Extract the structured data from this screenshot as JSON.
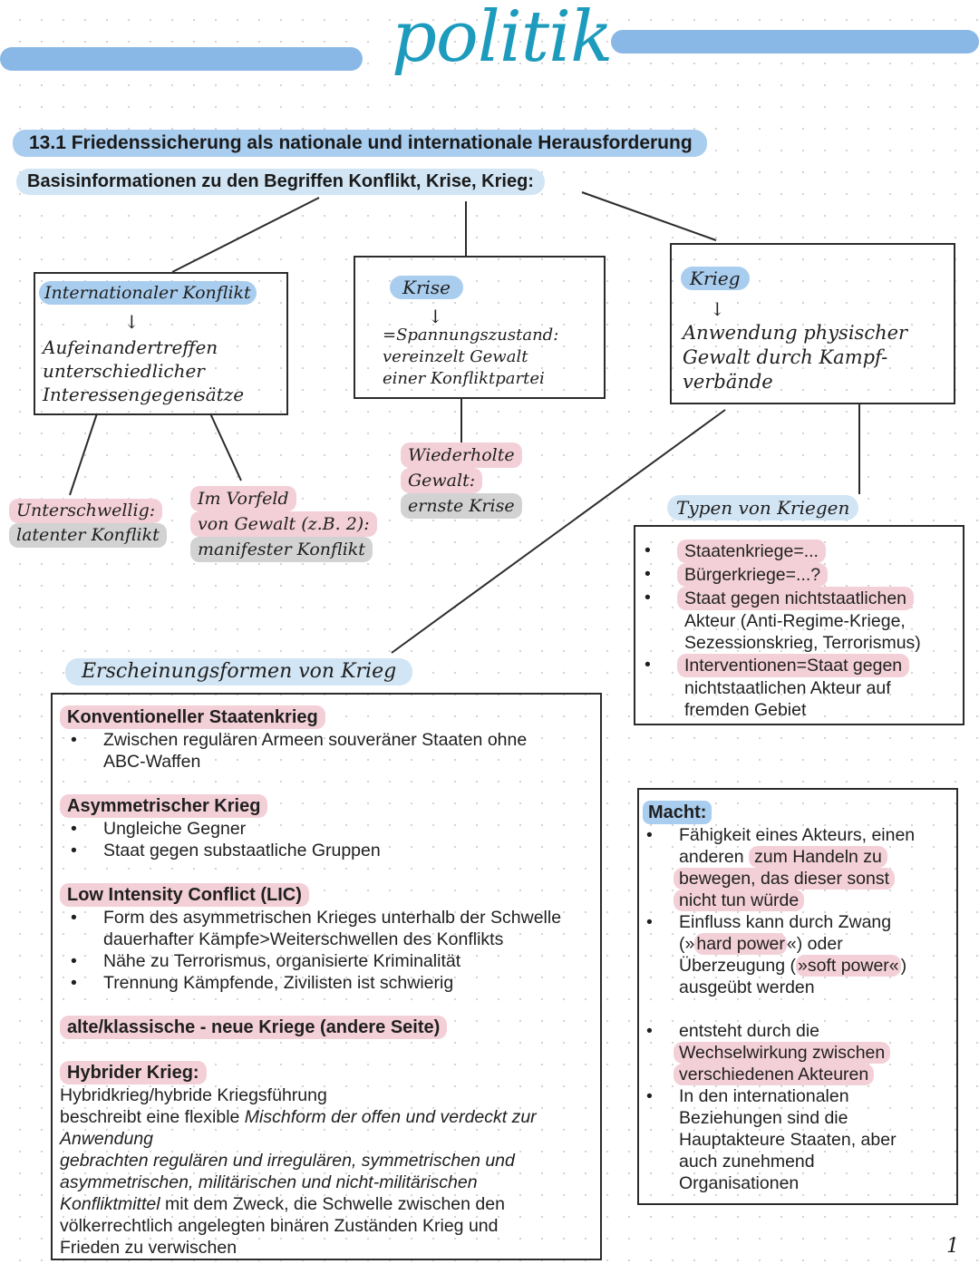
{
  "header": {
    "title": "politik"
  },
  "section": {
    "title": "13.1 Friedenssicherung als nationale und internationale Herausforderung",
    "subtitle": "Basisinformationen zu den Begriffen Konflikt, Krise, Krieg:"
  },
  "boxes": {
    "konflikt": {
      "title": "Internationaler Konflikt",
      "arrow": "↓",
      "lines": [
        "Aufeinandertreffen",
        "unterschiedlicher",
        "Interessengegensätze"
      ]
    },
    "krise": {
      "title": "Krise",
      "arrow": "↓",
      "lines": [
        "=Spannungszustand:",
        "vereinzelt Gewalt",
        "einer Konfliktpartei"
      ]
    },
    "krieg": {
      "title": "Krieg",
      "arrow": "↓",
      "lines": [
        "Anwendung physischer",
        "Gewalt durch Kampf-",
        "verbände"
      ]
    }
  },
  "konflikt_branches": {
    "latent": {
      "line1": "Unterschwellig:",
      "line2": "latenter Konflikt"
    },
    "manifest": {
      "line1": "Im Vorfeld",
      "line2": "von Gewalt (z.B. 2):",
      "line3": "manifester Konflikt"
    }
  },
  "krise_branch": {
    "line1": "Wiederholte",
    "line2": "Gewalt:",
    "line3": "ernste Krise"
  },
  "typen": {
    "title": "Typen von Kriegen",
    "items": [
      {
        "text": "Staatenkriege=..."
      },
      {
        "text": "Bürgerkriege=...?"
      },
      {
        "hl": "Staat gegen nichtstaatlichen",
        "rest1": "Akteur (Anti-Regime-Kriege,",
        "rest2": "Sezessionskrieg, Terrorismus)"
      },
      {
        "hl": "Interventionen=Staat gegen",
        "rest1": "nichtstaatlichen Akteur auf",
        "rest2": "fremden Gebiet"
      }
    ]
  },
  "erscheinung": {
    "title": "Erscheinungsformen von Krieg",
    "konventionell": {
      "heading": "Konventioneller Staatenkrieg",
      "line1": "Zwischen regulären Armeen souveräner Staaten ohne",
      "line2": "ABC-Waffen"
    },
    "asymmetrisch": {
      "heading": "Asymmetrischer Krieg",
      "items": [
        "Ungleiche Gegner",
        "Staat gegen substaatliche Gruppen"
      ]
    },
    "lic": {
      "heading": "Low Intensity Conflict (LIC)",
      "item1_line1": "Form des asymmetrischen Krieges unterhalb der Schwelle",
      "item1_line2": "dauerhafter Kämpfe>Weiterschwellen des Konflikts",
      "item2": "Nähe zu Terrorismus, organisierte Kriminalität",
      "item3": "Trennung Kämpfende, Zivilisten ist schwierig"
    },
    "alt_neu": {
      "heading": "alte/klassische - neue Kriege (andere Seite)"
    },
    "hybrid": {
      "heading": "Hybrider Krieg:",
      "l1": "Hybridkrieg/hybride Kriegsführung",
      "l2a": "beschreibt eine flexible ",
      "l2b": "Mischform der offen und verdeckt zur",
      "l3": "Anwendung",
      "l4": "gebrachten regulären und irregulären, symmetrischen und",
      "l5": "asymmetrischen, militärischen und nicht-militärischen",
      "l6a": "Konfliktmittel",
      "l6b": " mit dem Zweck, die Schwelle zwischen den",
      "l7": "völkerrechtlich angelegten binären Zuständen Krieg und",
      "l8": "Frieden zu verwischen"
    }
  },
  "macht": {
    "title": "Macht:",
    "b1": {
      "l1": "Fähigkeit eines Akteurs, einen",
      "l2a": "anderen ",
      "l2b": "zum Handeln zu",
      "l3": "bewegen, das dieser sonst",
      "l4": "nicht tun würde"
    },
    "b2": {
      "l1": "Einfluss kann durch Zwang",
      "l2a": "(»",
      "l2b": "hard power",
      "l2c": "«) oder",
      "l3a": "Überzeugung (",
      "l3b": "»soft power«",
      "l3c": ")",
      "l4": "ausgeübt werden"
    },
    "b3": {
      "l1": "entsteht durch die",
      "l2": "Wechselwirkung zwischen",
      "l3": "verschiedenen Akteuren"
    },
    "b4": {
      "l1": "In den internationalen",
      "l2": "Beziehungen sind die",
      "l3": "Hauptakteure Staaten, aber",
      "l4": "auch zunehmend",
      "l5": "Organisationen"
    }
  },
  "page_number": "1",
  "colors": {
    "blue": "#8ab8e6",
    "title": "#1d9bbd",
    "pink": "#f3d0d8",
    "gray": "#d2d2d2"
  }
}
